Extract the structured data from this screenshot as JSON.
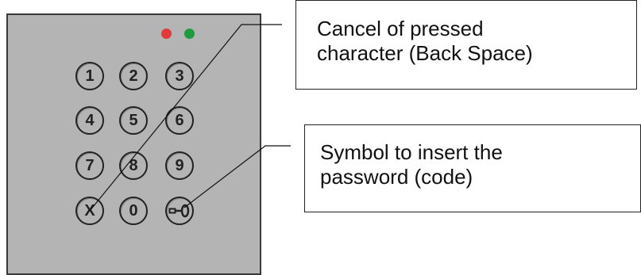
{
  "keypad": {
    "leds": [
      {
        "name": "red-led",
        "color": "#e23a3a"
      },
      {
        "name": "green-led",
        "color": "#1f9a3c"
      }
    ],
    "keys": [
      {
        "label": "1"
      },
      {
        "label": "2"
      },
      {
        "label": "3"
      },
      {
        "label": "4"
      },
      {
        "label": "5"
      },
      {
        "label": "6"
      },
      {
        "label": "7"
      },
      {
        "label": "8"
      },
      {
        "label": "9"
      },
      {
        "label": "X"
      },
      {
        "label": "0"
      },
      {
        "label": "",
        "icon": "key-icon"
      }
    ]
  },
  "callouts": {
    "cancel": {
      "line1": "Cancel of pressed",
      "line2": "character (Back Space)"
    },
    "symbol": {
      "line1": "Symbol to insert the",
      "line2": "password (code)"
    }
  }
}
